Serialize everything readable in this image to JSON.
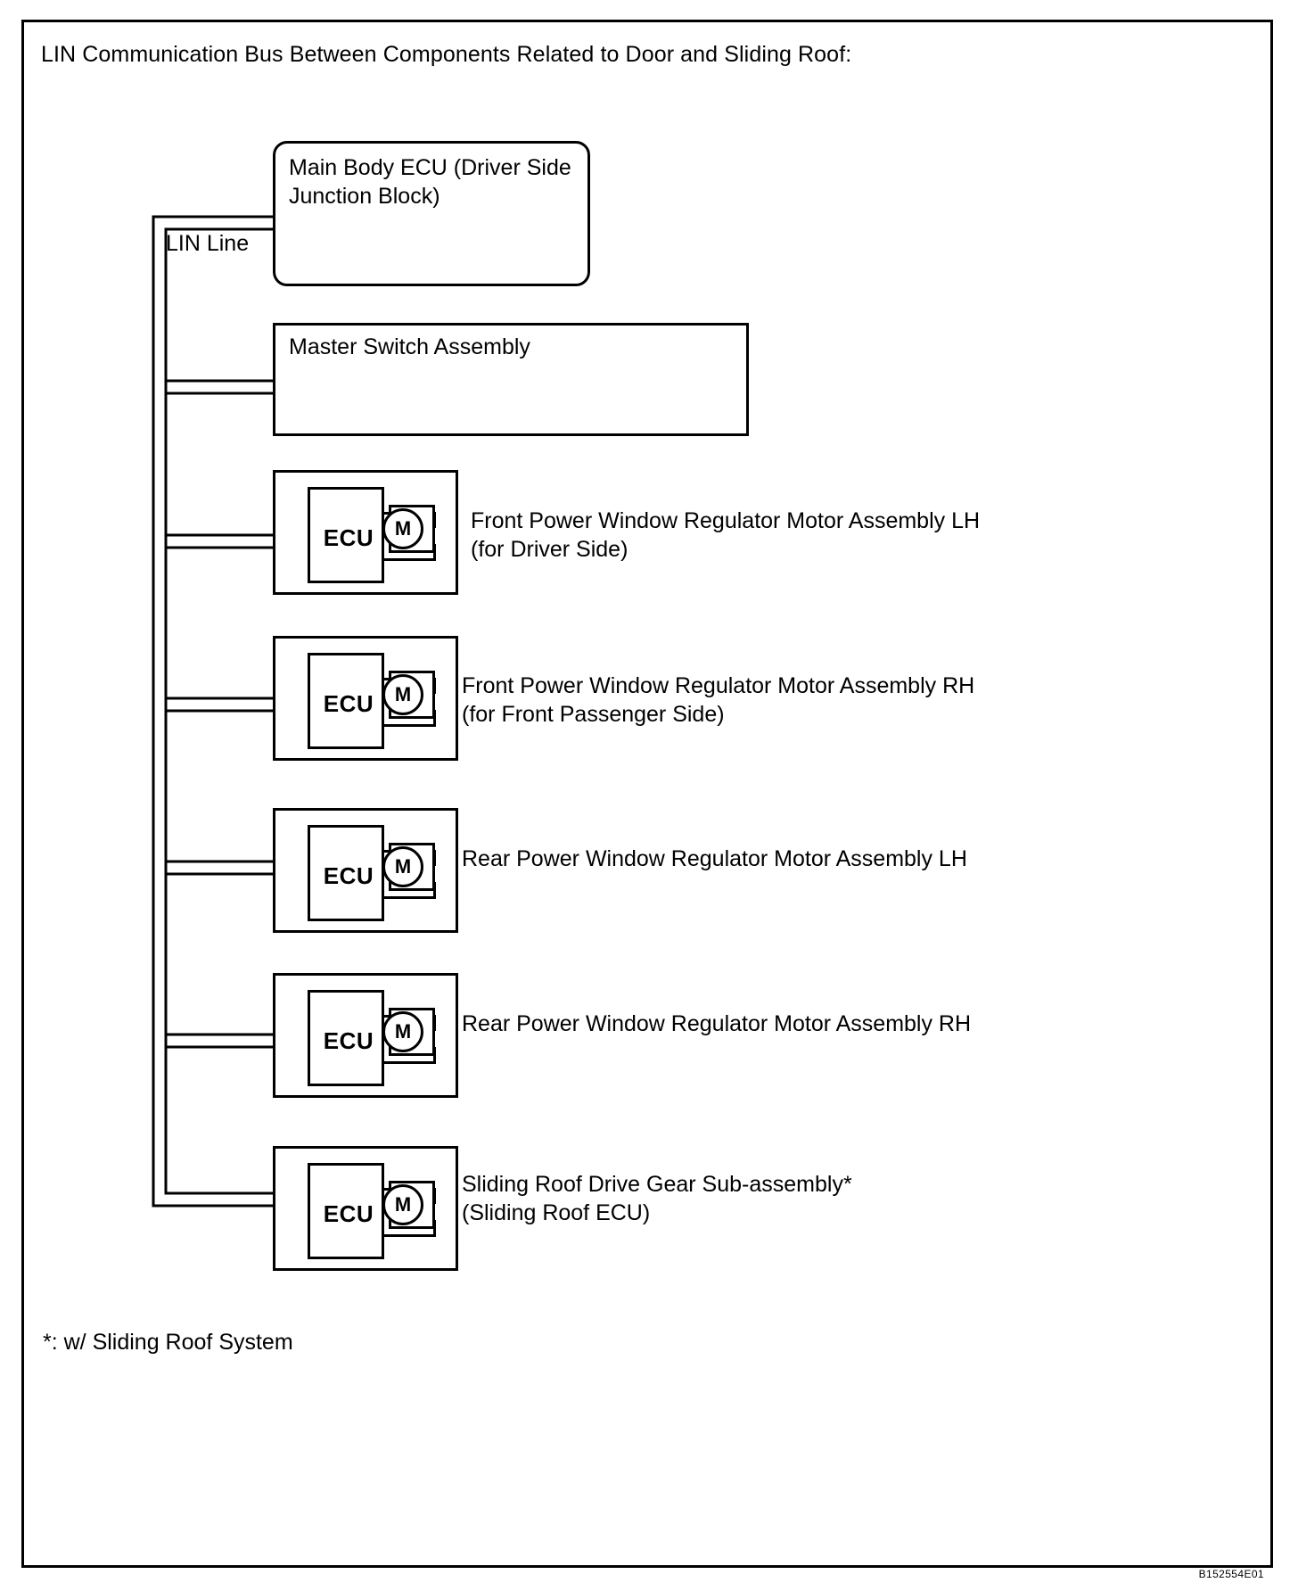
{
  "title": "LIN Communication Bus Between Components Related to Door and Sliding Roof:",
  "footnote": "*: w/ Sliding Roof System",
  "figure_id": "B152554E01",
  "bus": {
    "label": "LIN Line",
    "style": "double-line",
    "color": "#000000"
  },
  "nodes": [
    {
      "name": "main-body-ecu",
      "label": "Main Body ECU (Driver Side\nJunction Block)",
      "label_line1": "Main Body ECU (Driver Side",
      "label_line2": "Junction Block)",
      "shape": "rounded-rect",
      "has_motor": false
    },
    {
      "name": "master-switch-assembly",
      "label": "Master Switch Assembly",
      "shape": "rect",
      "has_motor": false
    }
  ],
  "modules": [
    {
      "name": "front-power-window-lh",
      "ecu_text": "ECU",
      "motor_text": "M",
      "label_line1": "Front Power Window Regulator Motor Assembly LH",
      "label_line2": "(for Driver Side)"
    },
    {
      "name": "front-power-window-rh",
      "ecu_text": "ECU",
      "motor_text": "M",
      "label_line1": "Front Power Window Regulator Motor Assembly RH",
      "label_line2": "(for Front Passenger Side)"
    },
    {
      "name": "rear-power-window-lh",
      "ecu_text": "ECU",
      "motor_text": "M",
      "label_line1": "Rear Power Window Regulator Motor Assembly LH",
      "label_line2": ""
    },
    {
      "name": "rear-power-window-rh",
      "ecu_text": "ECU",
      "motor_text": "M",
      "label_line1": "Rear Power Window Regulator Motor Assembly RH",
      "label_line2": ""
    },
    {
      "name": "sliding-roof-drive-gear",
      "ecu_text": "ECU",
      "motor_text": "M",
      "label_line1": "Sliding Roof Drive Gear Sub-assembly*",
      "label_line2": "(Sliding Roof ECU)"
    }
  ]
}
